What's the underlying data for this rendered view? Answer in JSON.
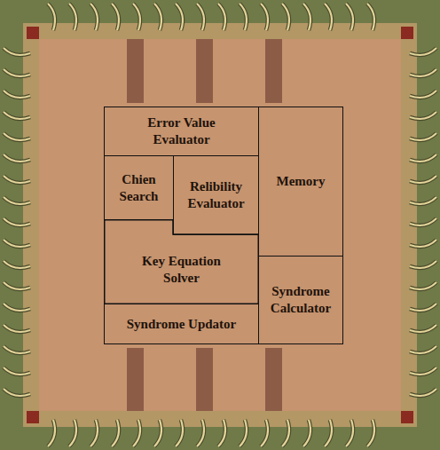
{
  "diagram": {
    "nodes": [
      {
        "text": [
          "Error Value Evaluator"
        ]
      },
      {
        "text": [
          "Chien Search"
        ]
      },
      {
        "text": [
          "Relibility Evaluator"
        ]
      },
      {
        "text": [
          "Memory"
        ]
      },
      {
        "text": [
          "Key Equation Solver"
        ]
      },
      {
        "text": [
          "Syndrome Calculator"
        ]
      },
      {
        "text": [
          "Syndrome Updator"
        ]
      }
    ]
  }
}
